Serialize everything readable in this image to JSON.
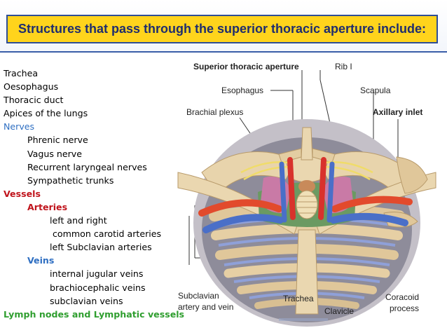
{
  "title": "Structures that pass through the superior thoracic aperture include:",
  "list": {
    "trachea": "Trachea",
    "oesophagus": "Oesophagus",
    "thoracic_duct": "Thoracic duct",
    "apices": "Apices of the lungs",
    "nerves_heading": "Nerves",
    "nerves": [
      "Phrenic nerve",
      "Vagus nerve",
      "Recurrent laryngeal nerves",
      "Sympathetic trunks"
    ],
    "vessels_heading": "Vessels",
    "arteries_heading": "Arteries",
    "arteries": [
      "left and right",
      " common carotid arteries",
      "left Subclavian arteries"
    ],
    "veins_heading": "Veins",
    "veins": [
      "internal jugular veins",
      "brachiocephalic veins",
      "subclavian veins"
    ],
    "lymph": "Lymph nodes and Lymphatic vessels"
  },
  "figure": {
    "superior_thoracic_aperture": "Superior thoracic aperture",
    "rib": "Rib I",
    "esophagus": "Esophagus",
    "scapula": "Scapula",
    "brachial_plexus": "Brachial plexus",
    "axillary_inlet": "Axillary inlet",
    "subclavian_1": "Subclavian",
    "subclavian_2": "artery and vein",
    "trachea": "Trachea",
    "clavicle": "Clavicle",
    "coracoid_1": "Coracoid",
    "coracoid_2": "process"
  },
  "colors": {
    "title_bg": "#ffd41c",
    "title_border": "#2e4e96",
    "title_text": "#1f2d6e",
    "nerves": "#2f6fc2",
    "vessels": "#c0141c",
    "lymph": "#2f9e2f"
  }
}
